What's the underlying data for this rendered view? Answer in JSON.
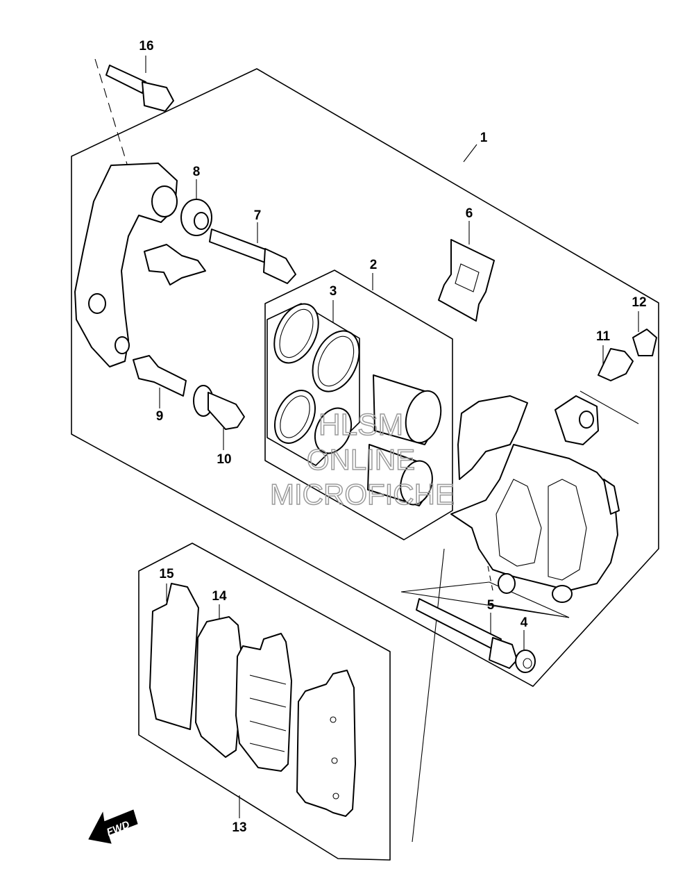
{
  "callouts": [
    {
      "id": "1",
      "label": "1"
    },
    {
      "id": "2",
      "label": "2"
    },
    {
      "id": "3",
      "label": "3"
    },
    {
      "id": "4",
      "label": "4"
    },
    {
      "id": "5",
      "label": "5"
    },
    {
      "id": "6",
      "label": "6"
    },
    {
      "id": "7",
      "label": "7"
    },
    {
      "id": "8",
      "label": "8"
    },
    {
      "id": "9",
      "label": "9"
    },
    {
      "id": "10",
      "label": "10"
    },
    {
      "id": "11",
      "label": "11"
    },
    {
      "id": "12",
      "label": "12"
    },
    {
      "id": "13",
      "label": "13"
    },
    {
      "id": "14",
      "label": "14"
    },
    {
      "id": "15",
      "label": "15"
    },
    {
      "id": "16",
      "label": "16"
    }
  ],
  "watermark": {
    "line1": "HLSM",
    "line2": "ONLINE",
    "line3": "MICROFICHE"
  },
  "direction_arrow": {
    "label": "FWD",
    "icon": "fwd-arrow-icon"
  }
}
